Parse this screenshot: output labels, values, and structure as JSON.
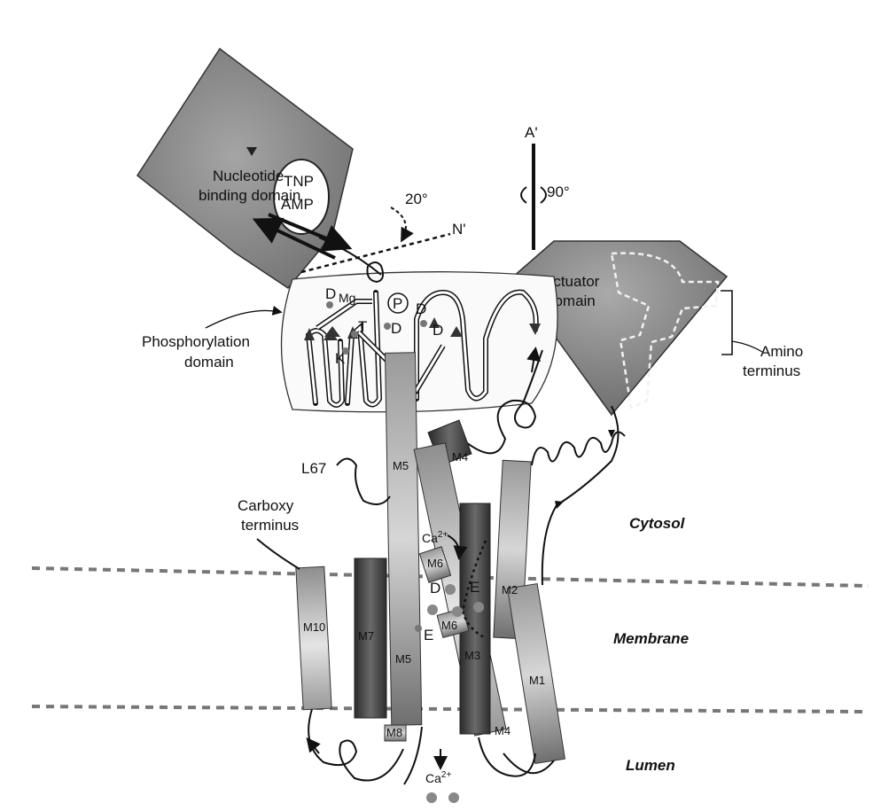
{
  "labels": {
    "nucleotide_domain": [
      "Nucleotide-",
      "binding domain"
    ],
    "tnp": "TNP",
    "amp": "AMP",
    "angle_20": "20°",
    "n_prime": "N'",
    "a_prime": "A'",
    "angle_90": "90°",
    "actuator_domain": [
      "Actuator",
      "domain"
    ],
    "amino_terminus": [
      "Amino",
      "terminus"
    ],
    "phosphorylation_domain": [
      "Phosphorylation",
      "domain"
    ],
    "carboxy_terminus": [
      "Carboxy",
      "terminus"
    ],
    "cytosol": "Cytosol",
    "membrane": "Membrane",
    "lumen": "Lumen",
    "l67": "L67",
    "ca_cytosol": "Ca",
    "ca_lumen": "Ca",
    "ca_superscript": "2+",
    "residues": {
      "d_mg": "D",
      "mg": "Mg",
      "p": "P",
      "d_p": "D",
      "d1": "D",
      "d2": "D",
      "t": "T",
      "k": "K",
      "d_mem": "D",
      "e_mem": "E",
      "e_lower": "E"
    },
    "segments": {
      "m1": "M1",
      "m2": "M2",
      "m3": "M3",
      "m4": "M4",
      "m4b": "M4",
      "m5": "M5",
      "m5b": "M5",
      "m6": "M6",
      "m6b": "M6",
      "m7": "M7",
      "m8": "M8",
      "m10": "M10"
    }
  },
  "colors": {
    "domain_gray": "#7d7d7d",
    "membrane_dash": "#777777",
    "segment_dark": "#3a3a3a",
    "segment_light": "#cfcfcf"
  }
}
